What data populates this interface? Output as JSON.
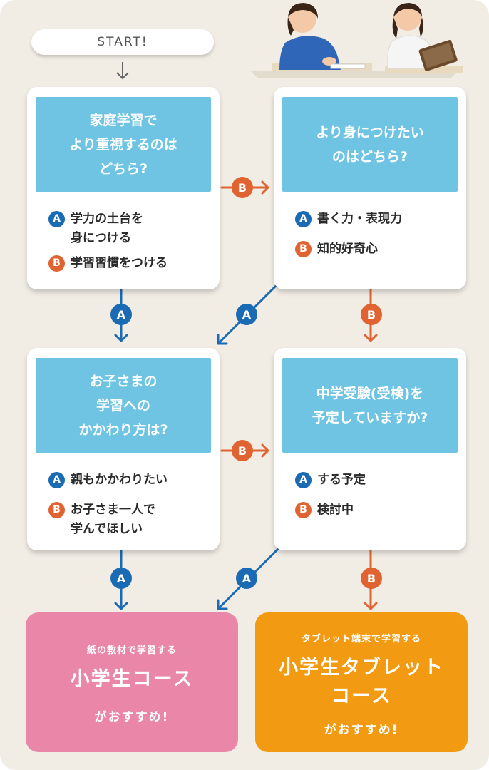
{
  "start": {
    "label": "START!"
  },
  "questions": [
    {
      "question": "家庭学習で\nより重視するのは\nどちら?",
      "option_a": "学力の土台を\n身につける",
      "option_b": "学習習慣をつける"
    },
    {
      "question": "より身につけたい\nのはどちら?",
      "option_a": "書く力・表現力",
      "option_b": "知的好奇心"
    },
    {
      "question": "お子さまの\n学習への\nかかわり方は?",
      "option_a": "親もかかわりたい",
      "option_b": "お子さま一人で\n学んでほしい"
    },
    {
      "question": "中学受験(受検)を\n予定していますか?",
      "option_a": "する予定",
      "option_b": "検討中"
    }
  ],
  "badges": {
    "a": "A",
    "b": "B"
  },
  "results": [
    {
      "subtitle": "紙の教材で学習する",
      "course": "小学生コース",
      "recommend": "がおすすめ!"
    },
    {
      "subtitle": "タブレット端末で学習する",
      "course": "小学生タブレット\nコース",
      "recommend": "がおすすめ!"
    }
  ],
  "colors": {
    "background": "#f1ece4",
    "question_bg": "#6ec4e2",
    "option_a": "#1b6ab4",
    "option_b": "#e06432",
    "result_paper": "#ea86a8",
    "result_tablet": "#f29a12"
  }
}
